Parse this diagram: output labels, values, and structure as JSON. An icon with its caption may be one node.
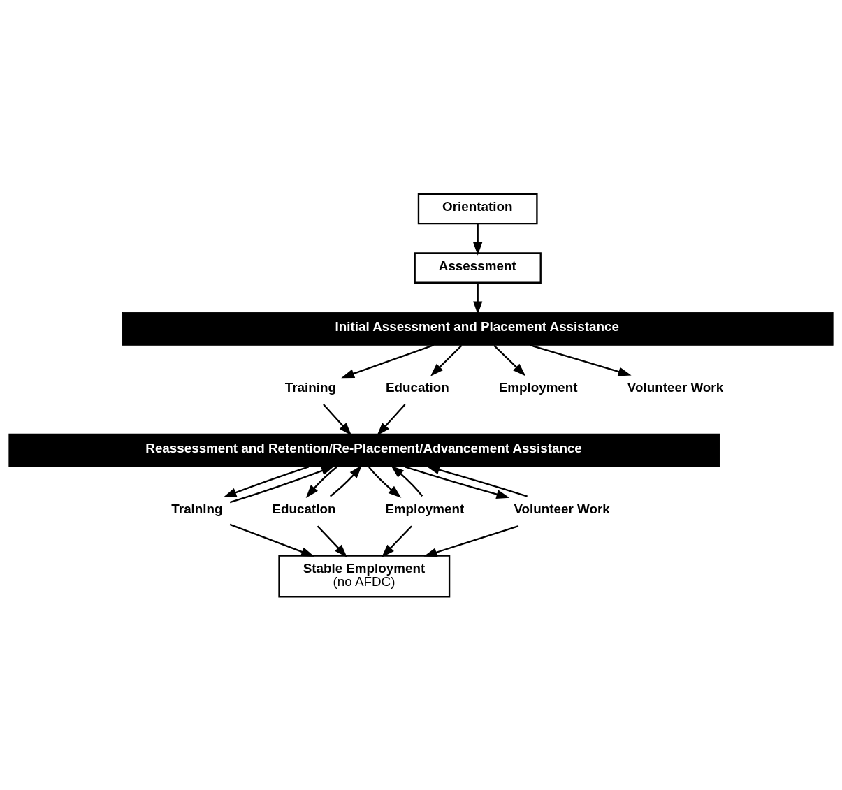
{
  "diagram": {
    "nodes": [
      {
        "text": [
          "Orientation"
        ]
      },
      {
        "text": [
          "Assessment"
        ]
      },
      {
        "text": [
          "Initial Assessment and Placement Assistance"
        ]
      },
      {
        "text": [
          "Training"
        ]
      },
      {
        "text": [
          "Education"
        ]
      },
      {
        "text": [
          "Employment"
        ]
      },
      {
        "text": [
          "Volunteer Work"
        ]
      },
      {
        "text": [
          "Reassessment and Retention/Re-Placement/Advancement Assistance"
        ]
      },
      {
        "text": [
          "Training"
        ]
      },
      {
        "text": [
          "Education"
        ]
      },
      {
        "text": [
          "Employment"
        ]
      },
      {
        "text": [
          "Volunteer Work"
        ]
      },
      {
        "text": [
          "Stable Employment",
          "(no AFDC)"
        ]
      }
    ],
    "edges": [
      {
        "from": 0,
        "to": 1,
        "arrow": "to"
      },
      {
        "from": 1,
        "to": 2,
        "arrow": "to"
      },
      {
        "from": 2,
        "to": 3,
        "arrow": "to"
      },
      {
        "from": 2,
        "to": 4,
        "arrow": "to"
      },
      {
        "from": 2,
        "to": 5,
        "arrow": "to"
      },
      {
        "from": 2,
        "to": 6,
        "arrow": "to"
      },
      {
        "from": 3,
        "to": 7,
        "arrow": "to"
      },
      {
        "from": 4,
        "to": 7,
        "arrow": "to"
      },
      {
        "from": 7,
        "to": 8,
        "arrow": "to"
      },
      {
        "from": 8,
        "to": 7,
        "arrow": "to"
      },
      {
        "from": 7,
        "to": 9,
        "arrow": "to"
      },
      {
        "from": 9,
        "to": 7,
        "arrow": "to"
      },
      {
        "from": 7,
        "to": 10,
        "arrow": "to"
      },
      {
        "from": 10,
        "to": 7,
        "arrow": "to"
      },
      {
        "from": 7,
        "to": 11,
        "arrow": "to"
      },
      {
        "from": 11,
        "to": 7,
        "arrow": "to"
      },
      {
        "from": 8,
        "to": 12,
        "arrow": "to"
      },
      {
        "from": 9,
        "to": 12,
        "arrow": "to"
      },
      {
        "from": 10,
        "to": 12,
        "arrow": "to"
      },
      {
        "from": 11,
        "to": 12,
        "arrow": "to"
      }
    ]
  }
}
